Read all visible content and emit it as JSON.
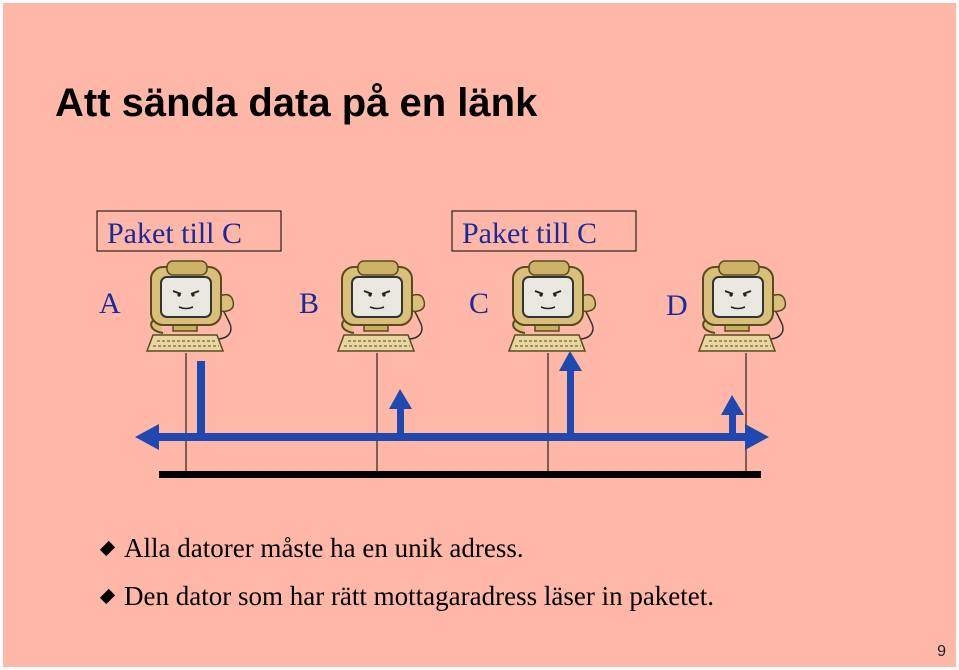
{
  "slide": {
    "title": "Att sända data på en länk",
    "packet_labels": [
      "Paket till C",
      "Paket till C"
    ],
    "nodes": [
      {
        "label": "A"
      },
      {
        "label": "B"
      },
      {
        "label": "C"
      },
      {
        "label": "D"
      }
    ],
    "bullets": [
      "Alla datorer måste ha en unik adress.",
      "Den dator som har rätt mottagaradress läser in paketet."
    ],
    "page_number": "9"
  },
  "colors": {
    "background": "#ffb8a8",
    "arrow": "#1f49b0",
    "bus": "#000000",
    "monitor": "#d8c07a"
  },
  "icons": {
    "computer": "computer-mascot-icon",
    "bullet": "diamond-bullet-icon"
  }
}
